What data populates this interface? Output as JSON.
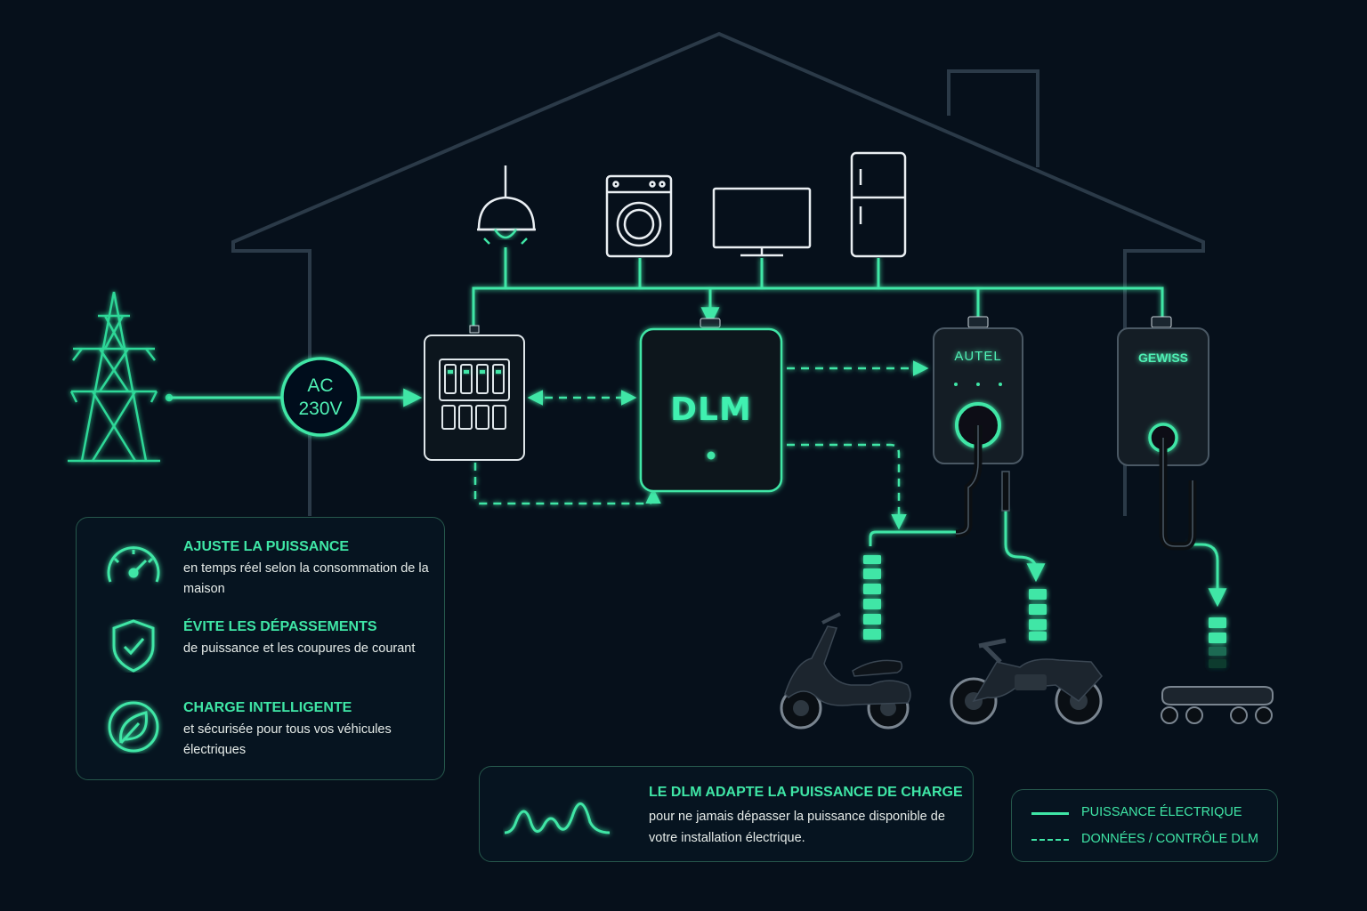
{
  "grid_label_line1": "AC",
  "grid_label_line2": "230V",
  "dlm_label": "DLM",
  "chargers": {
    "autel": "AUTEL",
    "gewiss": "GEWISS"
  },
  "features": [
    {
      "title": "AJUSTE LA PUISSANCE",
      "description": "en temps réel selon la consommation de la maison",
      "icon": "speedometer-icon"
    },
    {
      "title": "ÉVITE LES DÉPASSEMENTS",
      "description": "de puissance et les coupures de courant",
      "icon": "shield-check-icon"
    },
    {
      "title": "CHARGE INTELLIGENTE",
      "description": "et sécurisée pour tous vos véhicules électriques",
      "icon": "leaf-icon"
    }
  ],
  "info": {
    "title": "LE DLM ADAPTE LA PUISSANCE DE CHARGE",
    "description": "pour ne jamais dépasser la puissance disponible de votre installation électrique.",
    "icon": "power-wave-icon"
  },
  "legend": {
    "power_label": "PUISSANCE ÉLECTRIQUE",
    "data_label": "DONNÉES / CONTRÔLE DLM"
  },
  "colors": {
    "background": "#06101b",
    "accent": "#3fe6a6",
    "house_outline": "#2b3a48",
    "device_outline": "#e9eef2"
  }
}
